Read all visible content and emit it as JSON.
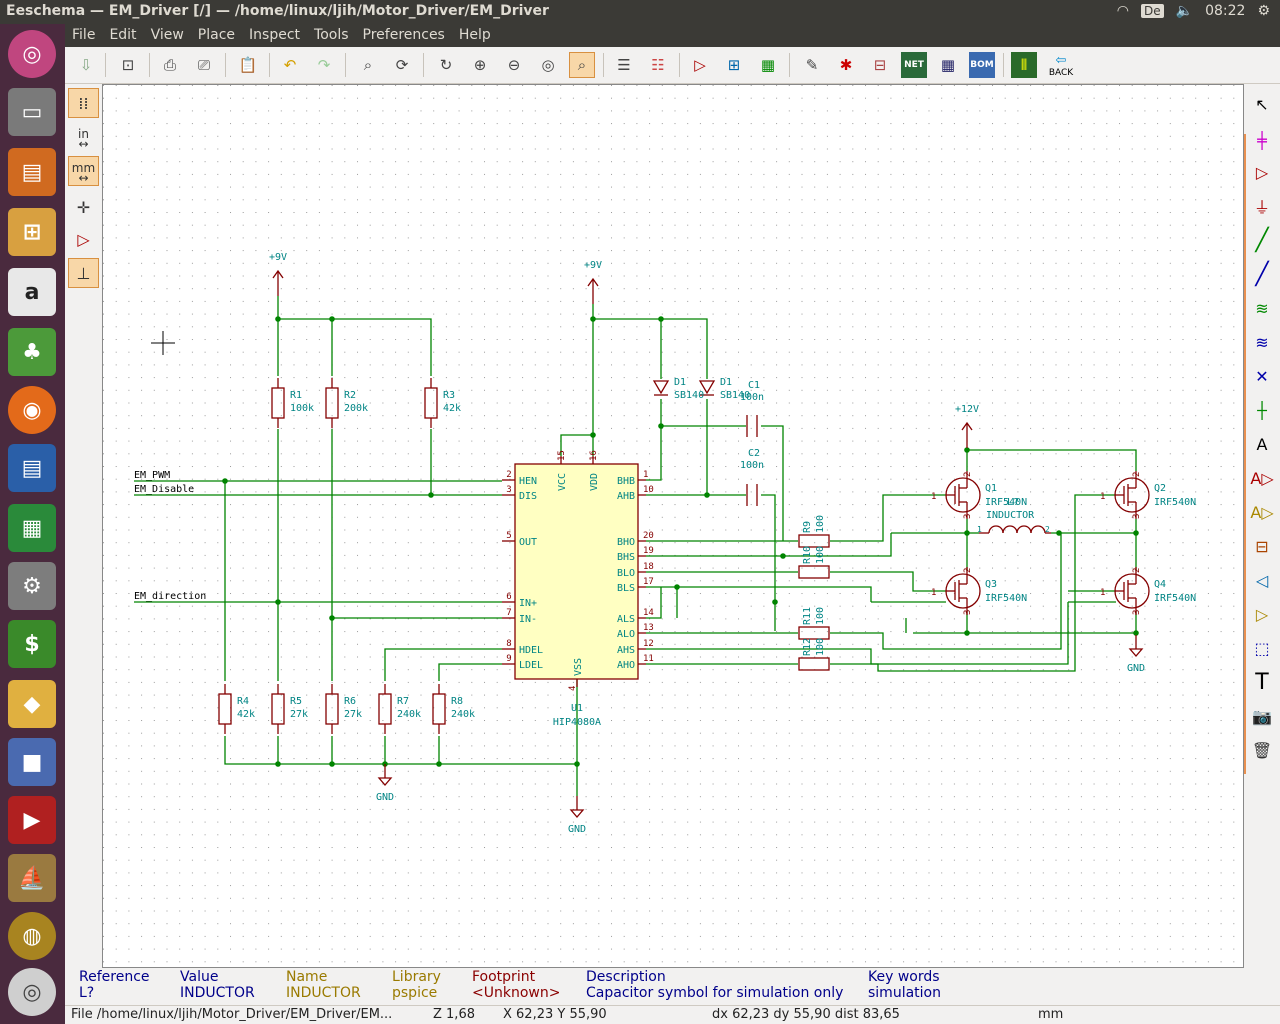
{
  "window": {
    "title": "Eeschema — EM_Driver [/] — /home/linux/ljih/Motor_Driver/EM_Driver",
    "keyboard": "De",
    "time": "08:22"
  },
  "menu": [
    "File",
    "Edit",
    "View",
    "Place",
    "Inspect",
    "Tools",
    "Preferences",
    "Help"
  ],
  "toolbar": {
    "back_label": "BACK",
    "net_label": "NET",
    "bom_label": "BOM"
  },
  "lefttb": {
    "in_label": "in",
    "mm_label": "mm"
  },
  "schematic": {
    "power": {
      "p9v_1": "+9V",
      "p9v_2": "+9V",
      "p12v": "+12V",
      "gnd_1": "GND",
      "gnd_2": "GND",
      "gnd_3": "GND"
    },
    "nets": {
      "pwm": "EM_PWM",
      "disable": "EM_Disable",
      "direction": "EM_direction"
    },
    "resistors": [
      {
        "ref": "R1",
        "val": "100k"
      },
      {
        "ref": "R2",
        "val": "200k"
      },
      {
        "ref": "R3",
        "val": "42k"
      },
      {
        "ref": "R4",
        "val": "42k"
      },
      {
        "ref": "R5",
        "val": "27k"
      },
      {
        "ref": "R6",
        "val": "27k"
      },
      {
        "ref": "R7",
        "val": "240k"
      },
      {
        "ref": "R8",
        "val": "240k"
      },
      {
        "ref": "R9",
        "val": "100"
      },
      {
        "ref": "R10",
        "val": "100"
      },
      {
        "ref": "R11",
        "val": "100"
      },
      {
        "ref": "R12",
        "val": "100"
      }
    ],
    "diodes": [
      {
        "ref": "D1",
        "val": "SB140"
      },
      {
        "ref": "D1",
        "val": "SB140"
      }
    ],
    "caps": [
      {
        "ref": "C1",
        "val": "100n"
      },
      {
        "ref": "C2",
        "val": "100n"
      }
    ],
    "fets": [
      {
        "ref": "Q1",
        "val": "IRF540N"
      },
      {
        "ref": "Q2",
        "val": "IRF540N"
      },
      {
        "ref": "Q3",
        "val": "IRF540N"
      },
      {
        "ref": "Q4",
        "val": "IRF540N"
      }
    ],
    "inductor": {
      "ref": "L?",
      "val": "INDUCTOR"
    },
    "ic": {
      "ref": "U1",
      "val": "HIP4080A",
      "left_pins": [
        {
          "n": "2",
          "name": "HEN"
        },
        {
          "n": "3",
          "name": "DIS"
        },
        {
          "n": "5",
          "name": "OUT"
        },
        {
          "n": "6",
          "name": "IN+"
        },
        {
          "n": "7",
          "name": "IN-"
        },
        {
          "n": "8",
          "name": "HDEL"
        },
        {
          "n": "9",
          "name": "LDEL"
        }
      ],
      "right_pins": [
        {
          "n": "1",
          "name": "BHB"
        },
        {
          "n": "10",
          "name": "AHB"
        },
        {
          "n": "20",
          "name": "BHO"
        },
        {
          "n": "19",
          "name": "BHS"
        },
        {
          "n": "18",
          "name": "BLO"
        },
        {
          "n": "17",
          "name": "BLS"
        },
        {
          "n": "14",
          "name": "ALS"
        },
        {
          "n": "13",
          "name": "ALO"
        },
        {
          "n": "12",
          "name": "AHS"
        },
        {
          "n": "11",
          "name": "AHO"
        }
      ],
      "top_pins": [
        {
          "n": "15",
          "name": "VCC"
        },
        {
          "n": "16",
          "name": "VDD"
        }
      ],
      "bottom_pin": {
        "n": "4",
        "name": "VSS"
      }
    },
    "fet_pins": {
      "g": "1",
      "d": "2",
      "s": "3"
    }
  },
  "infobar": {
    "reference": {
      "h": "Reference",
      "v": "L?"
    },
    "value": {
      "h": "Value",
      "v": "INDUCTOR"
    },
    "name": {
      "h": "Name",
      "v": "INDUCTOR"
    },
    "library": {
      "h": "Library",
      "v": "pspice"
    },
    "footprint": {
      "h": "Footprint",
      "v": "<Unknown>"
    },
    "description": {
      "h": "Description",
      "v": "Capacitor symbol for simulation only"
    },
    "keywords": {
      "h": "Key words",
      "v": "simulation"
    }
  },
  "status": {
    "file": "File /home/linux/ljih/Motor_Driver/EM_Driver/EM...",
    "zoom": "Z 1,68",
    "xy": "X 62,23  Y 55,90",
    "dxy": "dx 62,23  dy 55,90  dist 83,65",
    "units": "mm"
  },
  "colors": {
    "wire": "#008400",
    "body": "#840000",
    "fill": "#ffffc2",
    "label": "#008484",
    "power": "#840000",
    "pin": "#840000"
  }
}
